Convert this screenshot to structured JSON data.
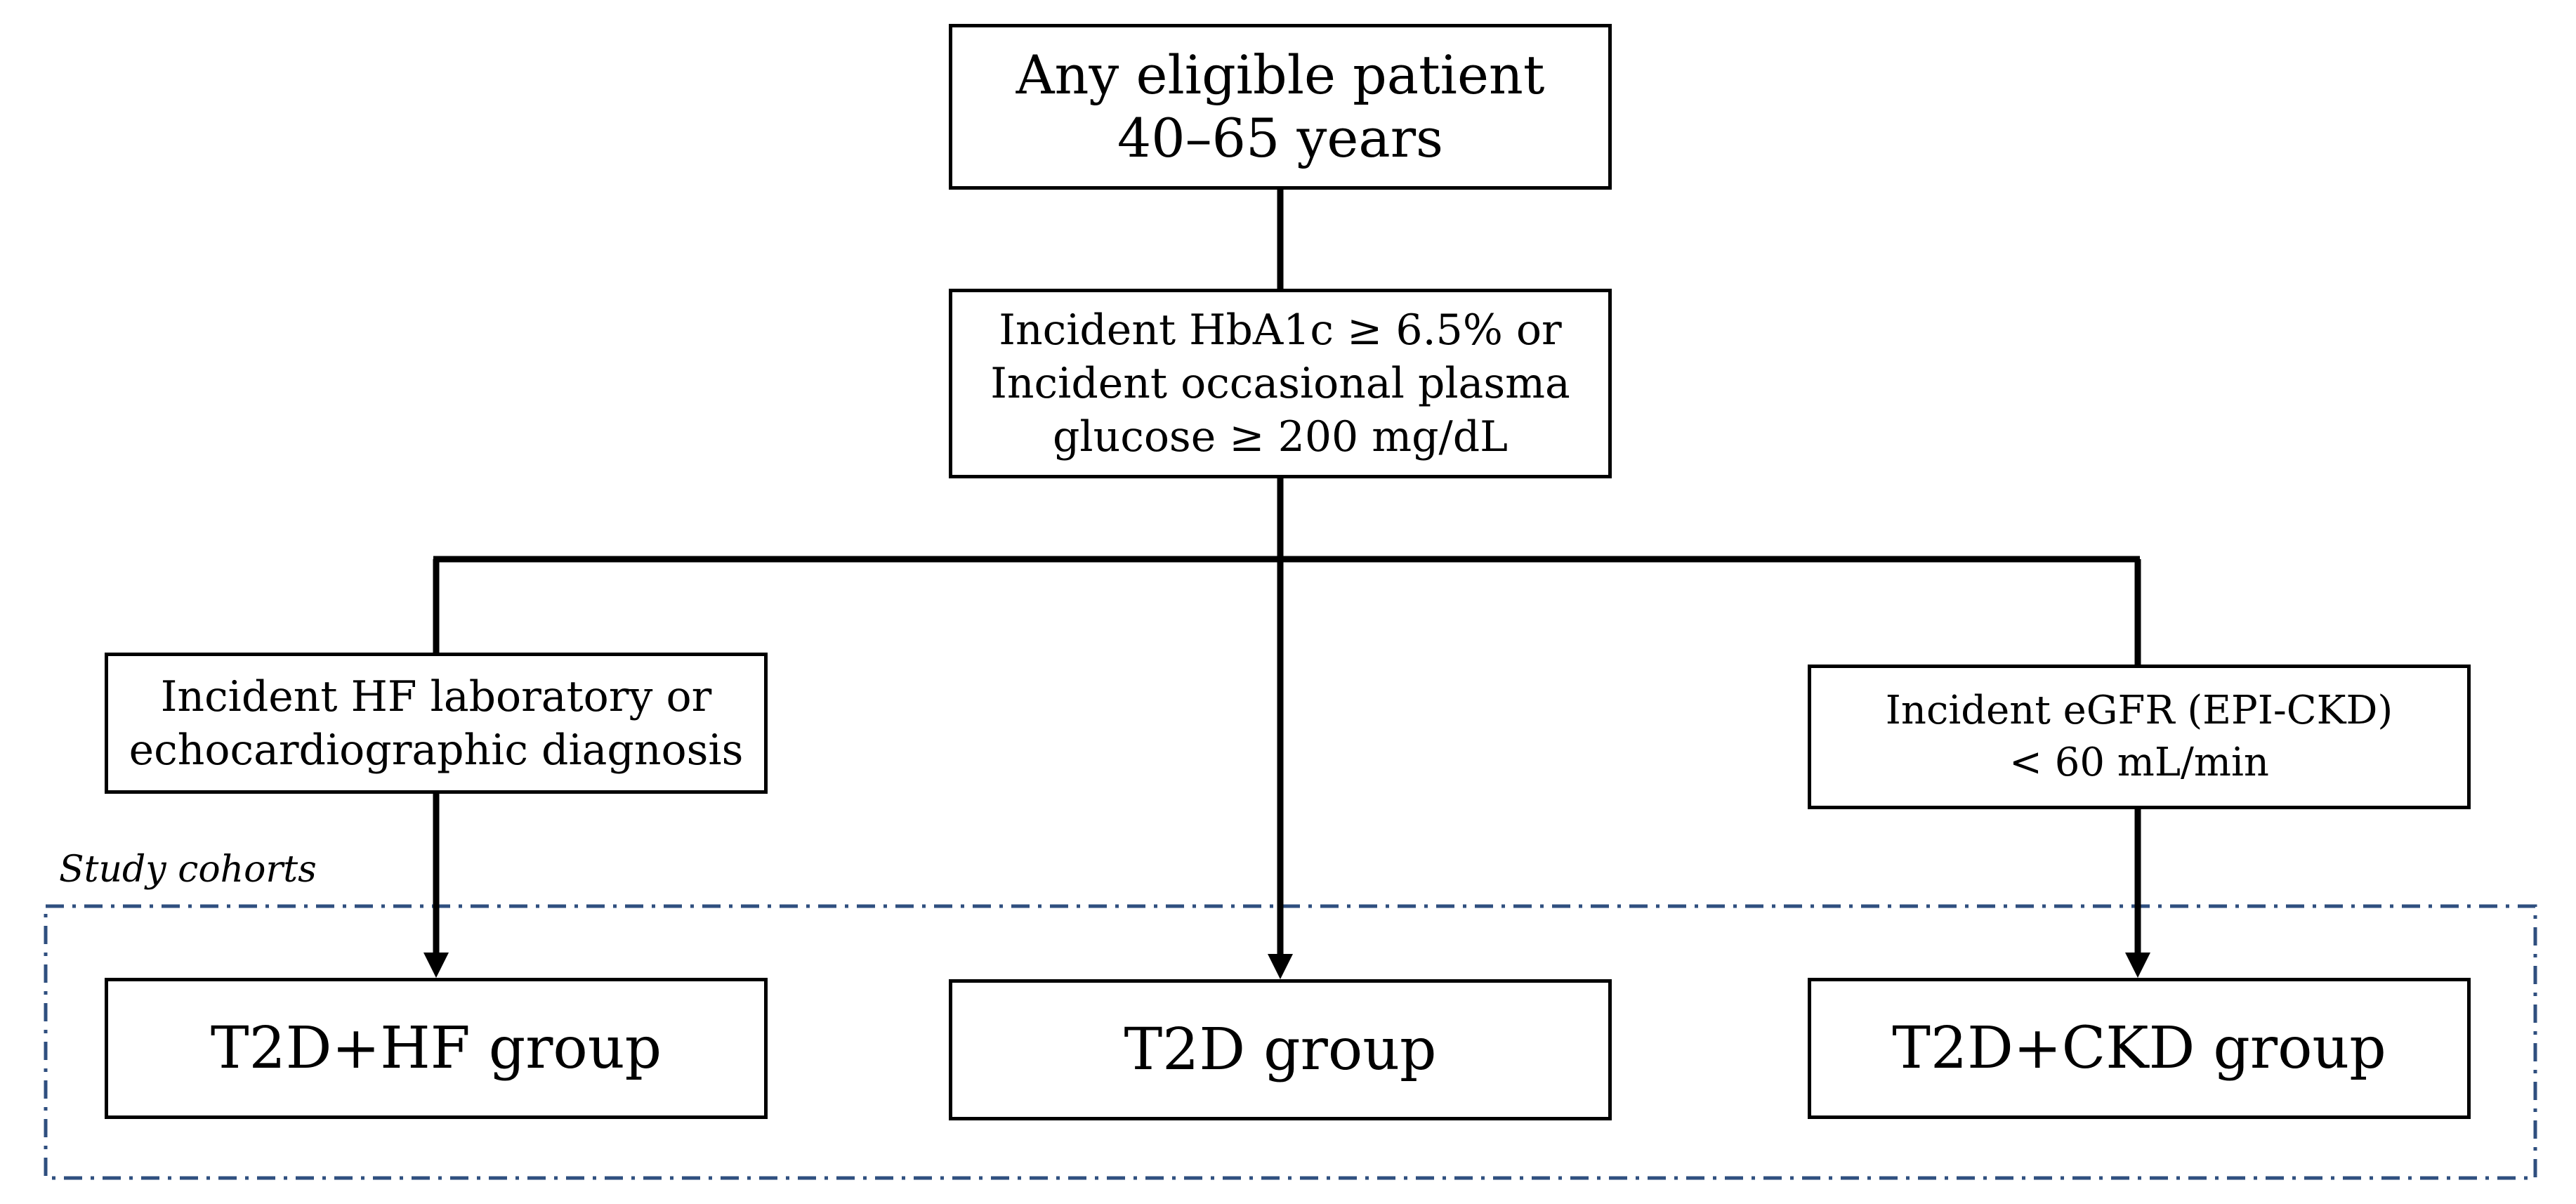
{
  "nodes": {
    "start": {
      "lines": [
        "Any eligible patient",
        "40–65 years"
      ]
    },
    "criteria": {
      "lines": [
        "Incident HbA1c ≥ 6.5% or",
        "Incident occasional plasma",
        "glucose ≥ 200 mg/dL"
      ]
    },
    "hf_diagnosis": {
      "lines": [
        "Incident HF laboratory or",
        "echocardiographic diagnosis"
      ]
    },
    "ckd_diagnosis": {
      "lines": [
        "Incident eGFR (EPI-CKD)",
        "< 60 mL/min"
      ]
    }
  },
  "cohorts": {
    "label": "Study cohorts",
    "hf_group": "T2D+HF group",
    "t2d_group": "T2D group",
    "ckd_group": "T2D+CKD group"
  },
  "colors": {
    "cohort_border": "#2f4f7f",
    "lines": "#000000"
  }
}
